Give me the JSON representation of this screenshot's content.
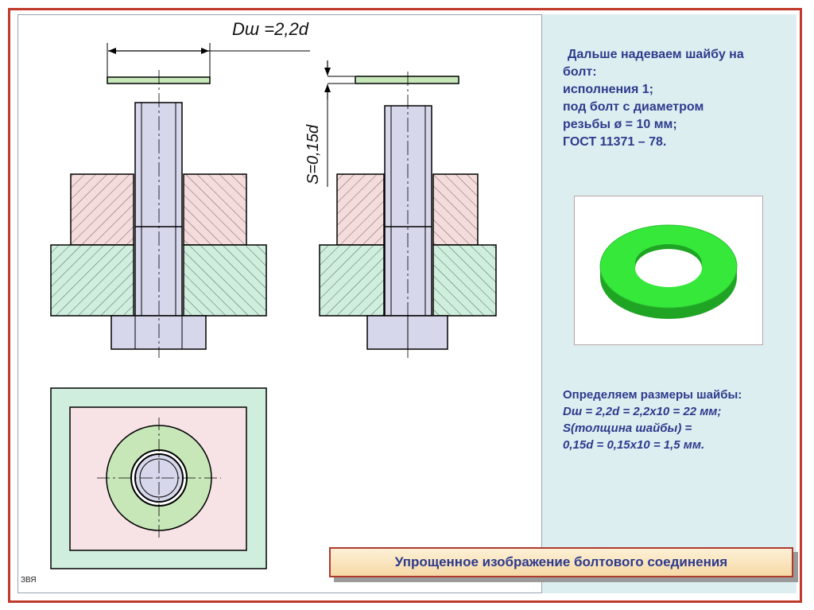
{
  "labels": {
    "dim_diameter": "Dш =2,2d",
    "dim_thickness": "S=0,15d"
  },
  "info_top": {
    "line1": "Дальше надеваем шайбу на",
    "line2": "болт:",
    "line3": "исполнения 1;",
    "line4": "под болт с диаметром",
    "line5": "резьбы ø = 10 мм;",
    "line6": "ГОСТ 11371 – 78."
  },
  "info_bottom": {
    "line1": "Определяем размеры шайбы:",
    "line2": "Dш = 2,2d = 2,2х10 = 22 мм;",
    "line3": "S(толщина шайбы) =",
    "line4": "0,15d = 0,15х10 = 1,5 мм."
  },
  "banner": "Упрощенное изображение болтового соединения",
  "author": "ЗВЯ",
  "colors": {
    "frame": "#c0392b",
    "bolt": "#d7d7ec",
    "upper_plate": "#f4dcdc",
    "lower_plate": "#cfeedd",
    "washer_drawing": "#c7e7b9",
    "washer_3d": "#35e83a",
    "text": "#2d3a8c"
  }
}
